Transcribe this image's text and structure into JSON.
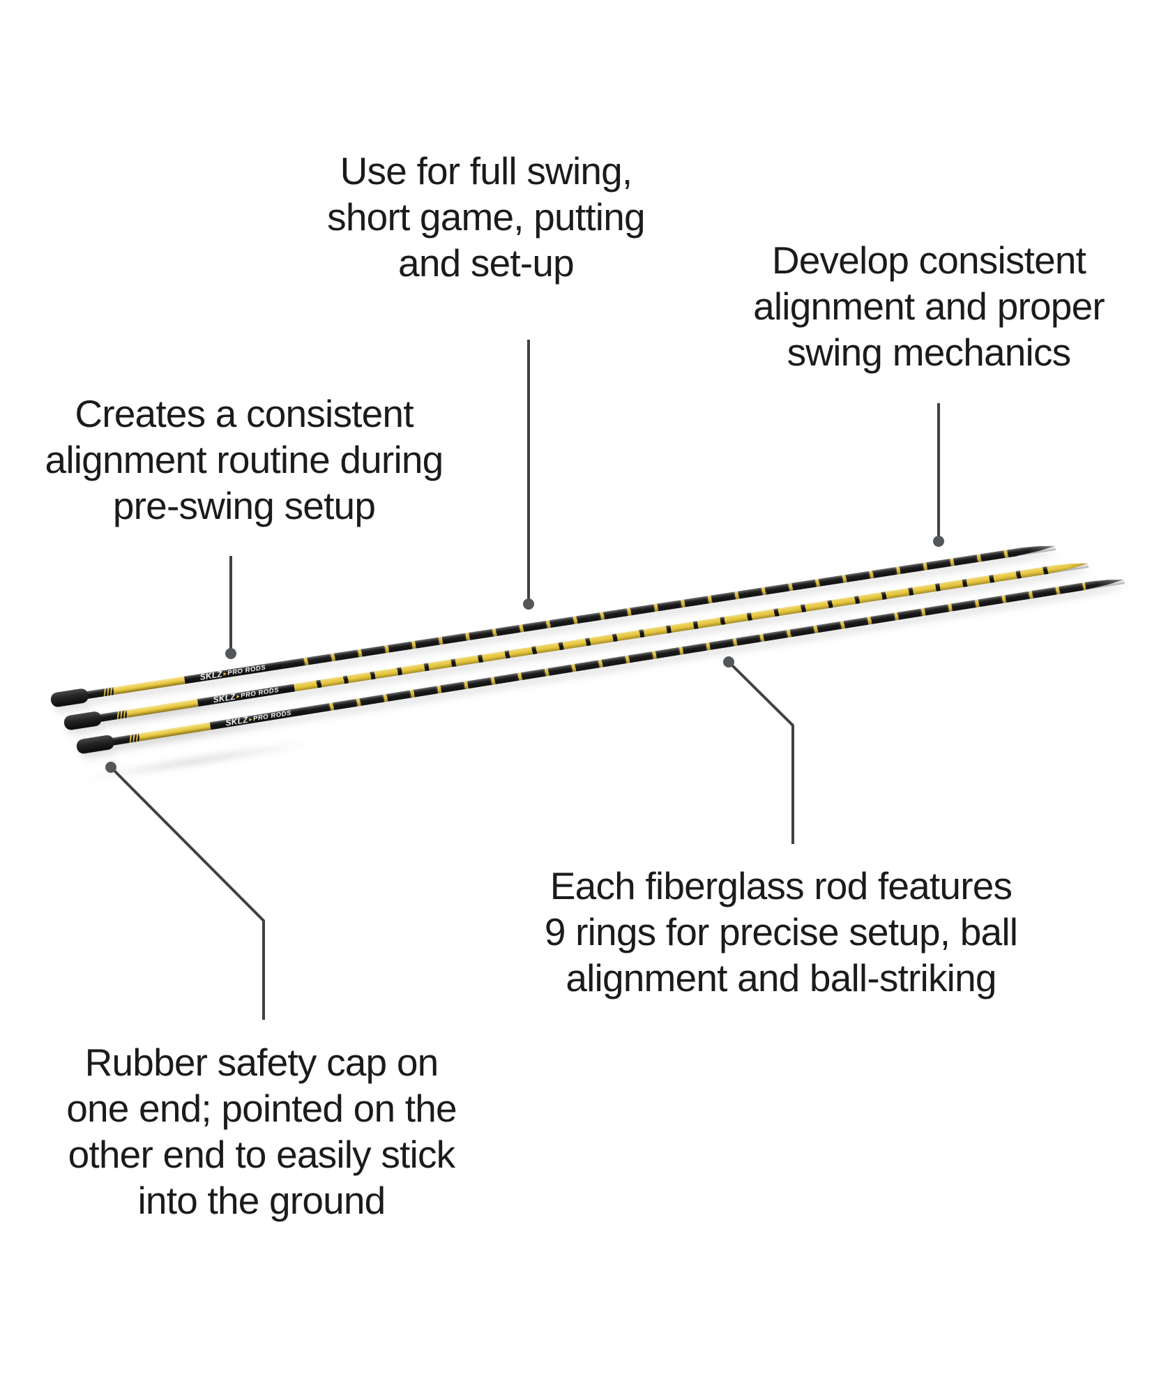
{
  "product": {
    "brand": "SKLZ",
    "chevron": "▸",
    "name": "PRO RODS",
    "rod_count": 3
  },
  "callouts": {
    "use": {
      "lines": [
        "Use for full swing,",
        "short game, putting",
        "and set-up"
      ]
    },
    "develop": {
      "lines": [
        "Develop consistent",
        "alignment and proper",
        "swing mechanics"
      ]
    },
    "creates": {
      "lines": [
        "Creates a consistent",
        "alignment routine during",
        "pre-swing setup"
      ]
    },
    "rings": {
      "lines": [
        "Each fiberglass rod features",
        "9 rings for precise setup, ball",
        "alignment and ball-striking"
      ]
    },
    "cap": {
      "lines": [
        "Rubber safety cap on",
        "one end; pointed on the",
        "other end to easily stick",
        "into the ground"
      ]
    }
  },
  "colors": {
    "background": "#ffffff",
    "text": "#1b1b1b",
    "connector_line": "#3f4244",
    "connector_dot": "#54575a",
    "rod_yellow": "#e8c83e",
    "rod_black": "#181818",
    "cap_black": "#262626",
    "tip_gray": "#8c8c8c",
    "brand_text": "#ffffff"
  }
}
